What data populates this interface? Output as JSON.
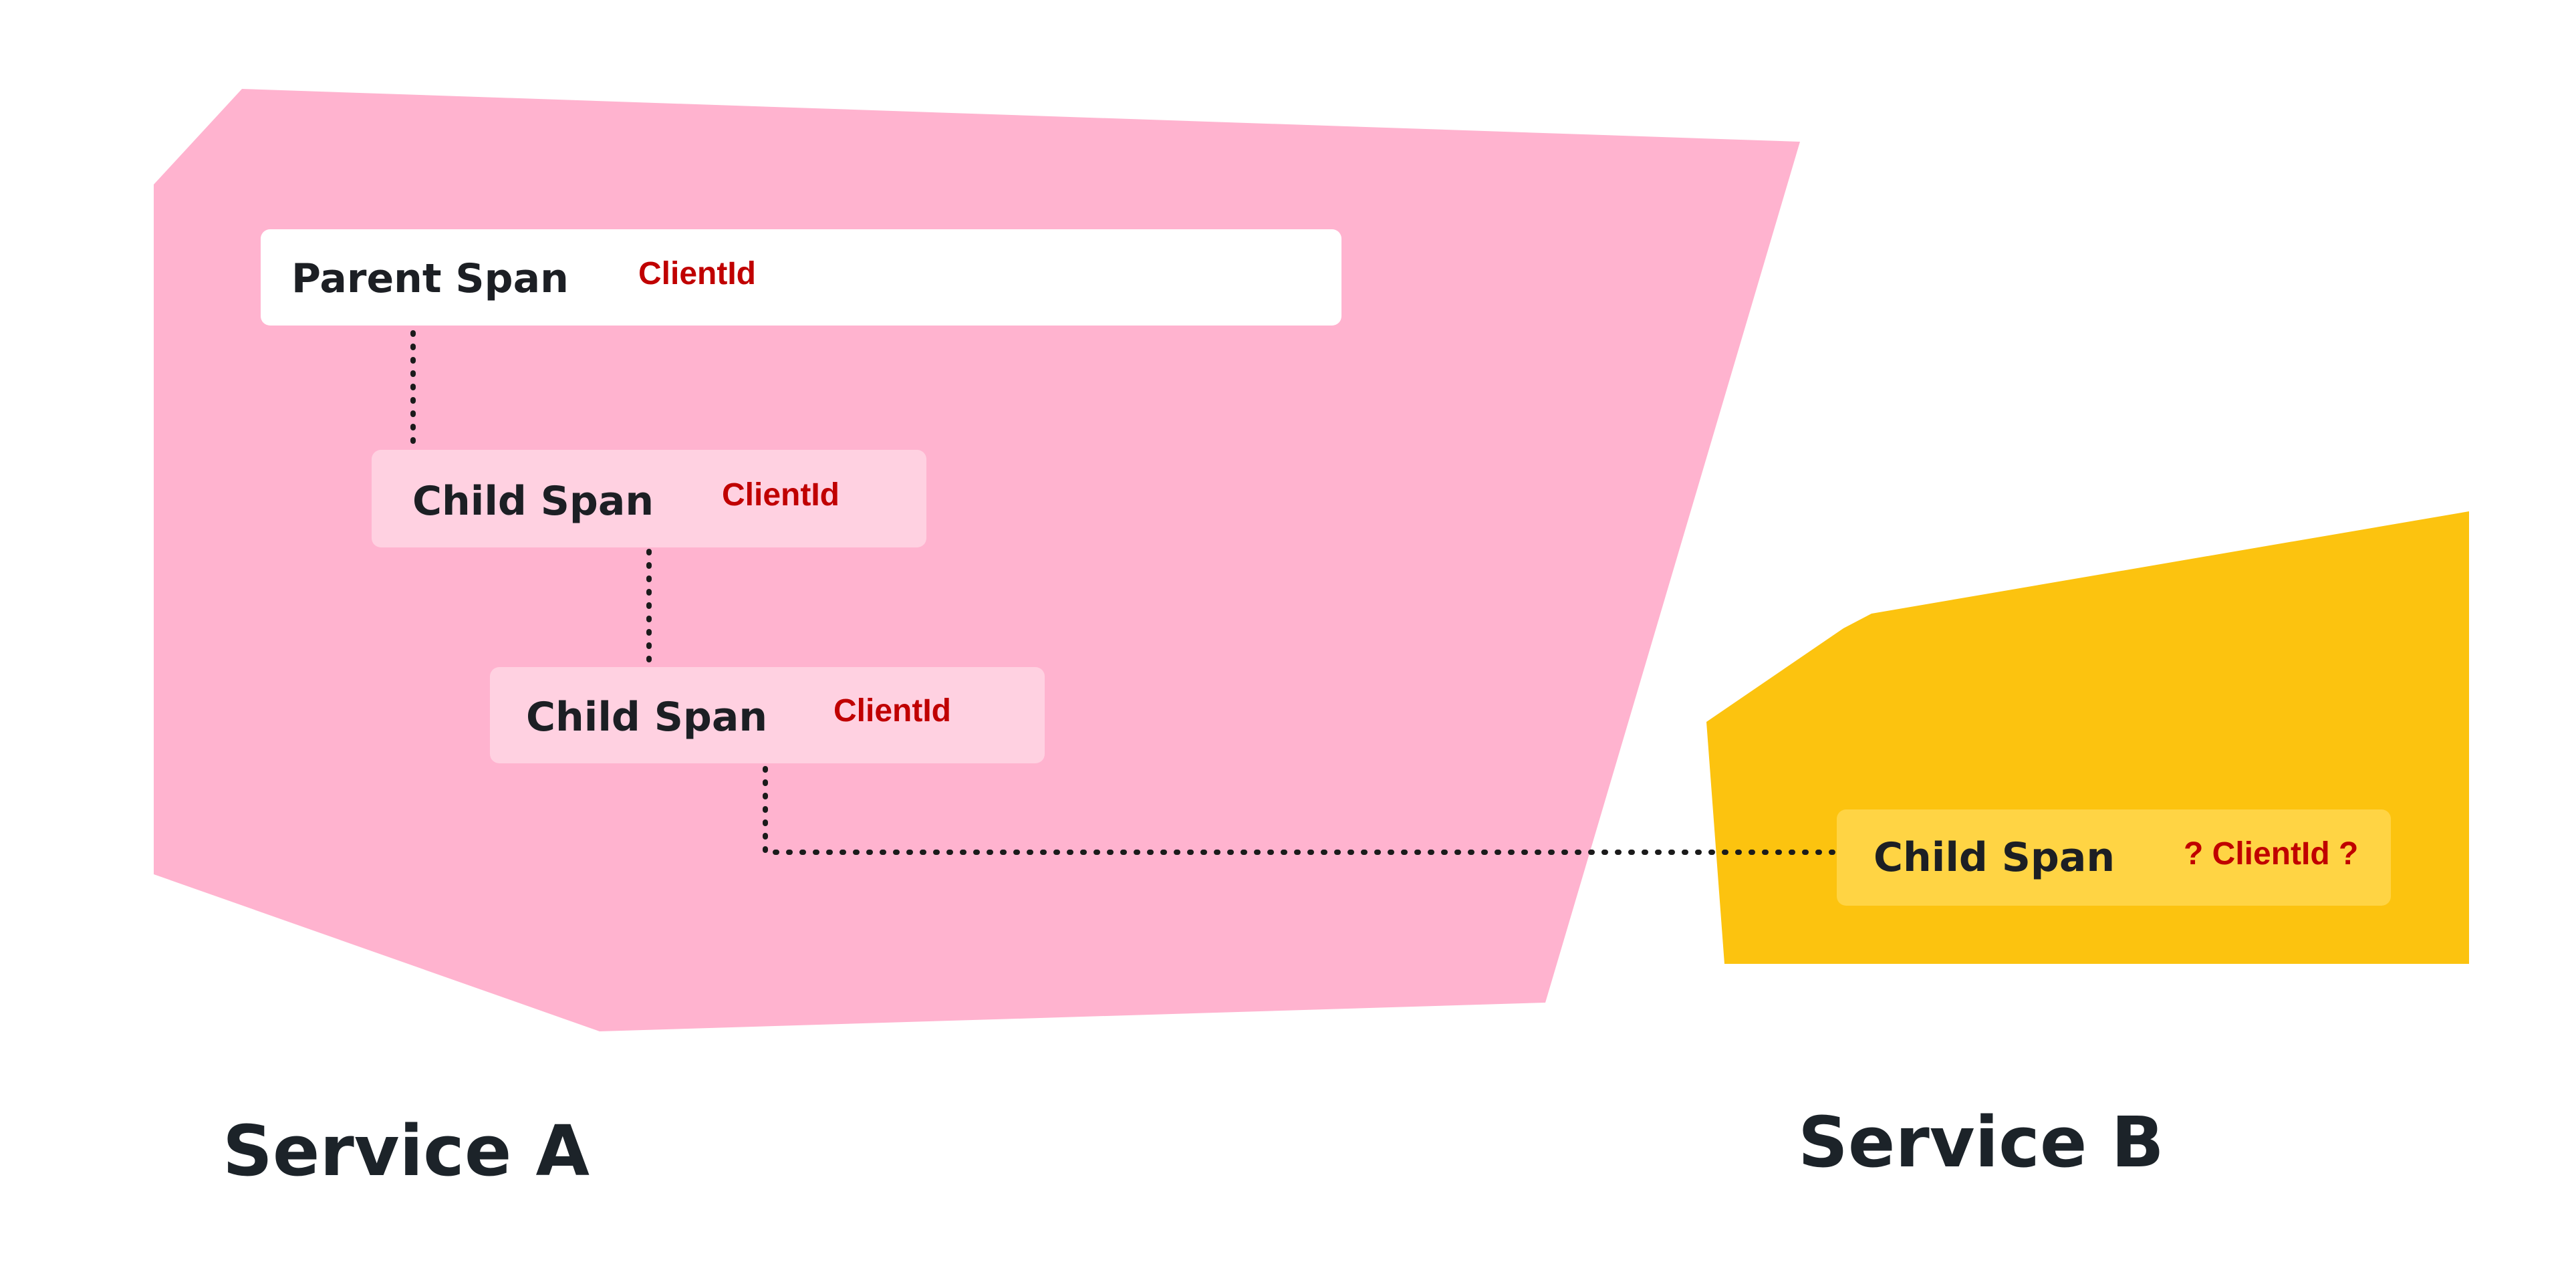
{
  "colors": {
    "service_a_fill": "#FFB3CF",
    "service_b_fill": "#FCC30F",
    "parent_span_bg": "#FFFFFF",
    "child_span_a_bg": "#FFD1E1",
    "child_span_b_bg": "#FFD444",
    "attribute_text": "#C00000",
    "connector": "#1B1B1B"
  },
  "service_a": {
    "label": "Service A",
    "parent_span": {
      "title": "Parent Span",
      "attribute": "ClientId"
    },
    "child_spans": [
      {
        "title": "Child Span",
        "attribute": "ClientId"
      },
      {
        "title": "Child Span",
        "attribute": "ClientId"
      }
    ]
  },
  "service_b": {
    "label": "Service B",
    "child_span": {
      "title": "Child Span",
      "attribute": "? ClientId ?"
    }
  }
}
